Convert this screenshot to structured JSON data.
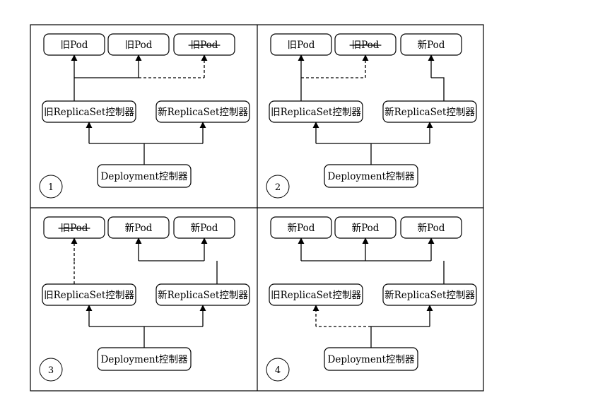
{
  "panels": [
    {
      "number": "1",
      "pods": [
        {
          "label": "旧Pod",
          "struck": false
        },
        {
          "label": "旧Pod",
          "struck": false
        },
        {
          "label": "旧Pod",
          "struck": true
        }
      ],
      "rs_old": "旧ReplicaSet控制器",
      "rs_new": "新ReplicaSet控制器",
      "deployment": "Deployment控制器",
      "old_rs_link": "solid"
    },
    {
      "number": "2",
      "pods": [
        {
          "label": "旧Pod",
          "struck": false
        },
        {
          "label": "旧Pod",
          "struck": true
        },
        {
          "label": "新Pod",
          "struck": false
        }
      ],
      "rs_old": "旧ReplicaSet控制器",
      "rs_new": "新ReplicaSet控制器",
      "deployment": "Deployment控制器",
      "old_rs_link": "solid"
    },
    {
      "number": "3",
      "pods": [
        {
          "label": "旧Pod",
          "struck": true
        },
        {
          "label": "新Pod",
          "struck": false
        },
        {
          "label": "新Pod",
          "struck": false
        }
      ],
      "rs_old": "旧ReplicaSet控制器",
      "rs_new": "新ReplicaSet控制器",
      "deployment": "Deployment控制器",
      "old_rs_link": "solid"
    },
    {
      "number": "4",
      "pods": [
        {
          "label": "新Pod",
          "struck": false
        },
        {
          "label": "新Pod",
          "struck": false
        },
        {
          "label": "新Pod",
          "struck": false
        }
      ],
      "rs_old": "旧ReplicaSet控制器",
      "rs_new": "新ReplicaSet控制器",
      "deployment": "Deployment控制器",
      "old_rs_link": "dashed"
    }
  ]
}
